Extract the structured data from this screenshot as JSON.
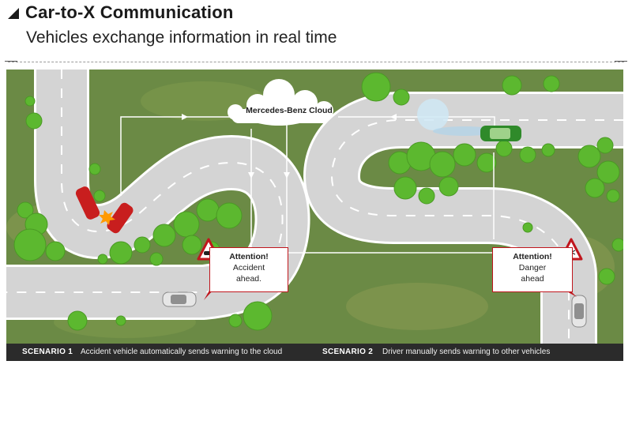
{
  "header": {
    "title": "Car-to-X Communication",
    "subtitle": "Vehicles exchange information in real time"
  },
  "cloud": {
    "label": "Mercedes-Benz Cloud"
  },
  "callouts": [
    {
      "title": "Attention!",
      "lines": [
        "Accident",
        "ahead."
      ],
      "icon": "accident-warning-icon"
    },
    {
      "title": "Attention!",
      "lines": [
        "Danger",
        "ahead"
      ],
      "icon": "snowflake-warning-icon"
    }
  ],
  "scenarios": [
    {
      "label": "SCENARIO 1",
      "text": "Accident vehicle automatically sends warning to the cloud"
    },
    {
      "label": "SCENARIO 2",
      "text": "Driver manually sends warning to other vehicles"
    }
  ],
  "colors": {
    "grass": "#6b8a45",
    "road": "#d6d6d6",
    "road_edge": "#ffffff",
    "tree": "#5ab82e",
    "warning_red": "#c0161d",
    "bar": "#2b2b2b"
  }
}
